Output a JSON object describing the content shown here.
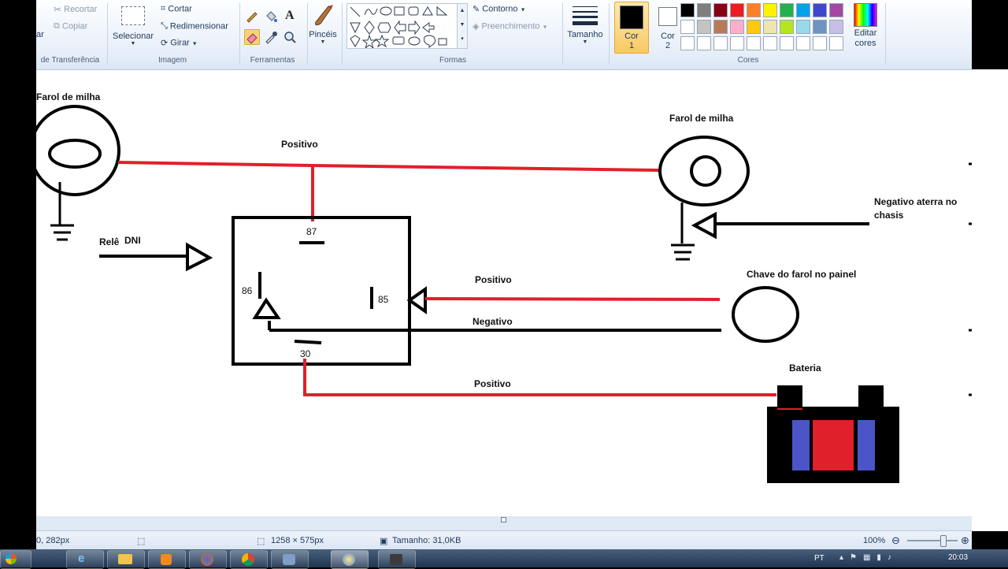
{
  "ribbon": {
    "clipboard": {
      "paste_fragment": "ar",
      "cut": "Recortar",
      "copy": "Copiar",
      "label": "de Transferência"
    },
    "image": {
      "select": "Selecionar",
      "crop": "Cortar",
      "resize": "Redimensionar",
      "rotate": "Girar",
      "label": "Imagem"
    },
    "tools": {
      "label": "Ferramentas"
    },
    "brushes": {
      "label": "Pincéis"
    },
    "shapes": {
      "outline": "Contorno",
      "fill": "Preenchimento",
      "label": "Formas"
    },
    "size": {
      "label": "Tamanho"
    },
    "colors": {
      "color1": "Cor",
      "color1_num": "1",
      "color2": "Cor",
      "color2_num": "2",
      "edit": "Editar cores",
      "label": "Cores",
      "palette_row1": [
        "#000000",
        "#7f7f7f",
        "#880015",
        "#ed1c24",
        "#ff7f27",
        "#fff200",
        "#22b14c",
        "#00a2e8",
        "#3f48cc",
        "#a349a4"
      ],
      "palette_row2": [
        "#ffffff",
        "#c3c3c3",
        "#b97a57",
        "#ffaec9",
        "#ffc90e",
        "#efe4b0",
        "#b5e61d",
        "#99d9ea",
        "#7092be",
        "#c8bfe7"
      ]
    }
  },
  "diagram": {
    "farol_left": "Farol de milha",
    "farol_right": "Farol de milha",
    "positivo_top": "Positivo",
    "rele": "Relê",
    "dni": "DNI",
    "pin87": "87",
    "pin86": "86",
    "pin85": "85",
    "pin30": "30",
    "negativo_chassis": "Negativo aterra no chasis",
    "chave": "Chave do farol no painel",
    "positivo_mid": "Positivo",
    "negativo_mid": "Negativo",
    "bateria": "Bateria",
    "positivo_bottom": "Positivo",
    "wire_red": "#e0202a",
    "wire_black": "#000000"
  },
  "status": {
    "cursor": "0, 282px",
    "dimensions": "1258 × 575px",
    "size": "Tamanho: 31,0KB",
    "zoom": "100%"
  },
  "taskbar": {
    "lang": "PT",
    "time": "20:03"
  }
}
